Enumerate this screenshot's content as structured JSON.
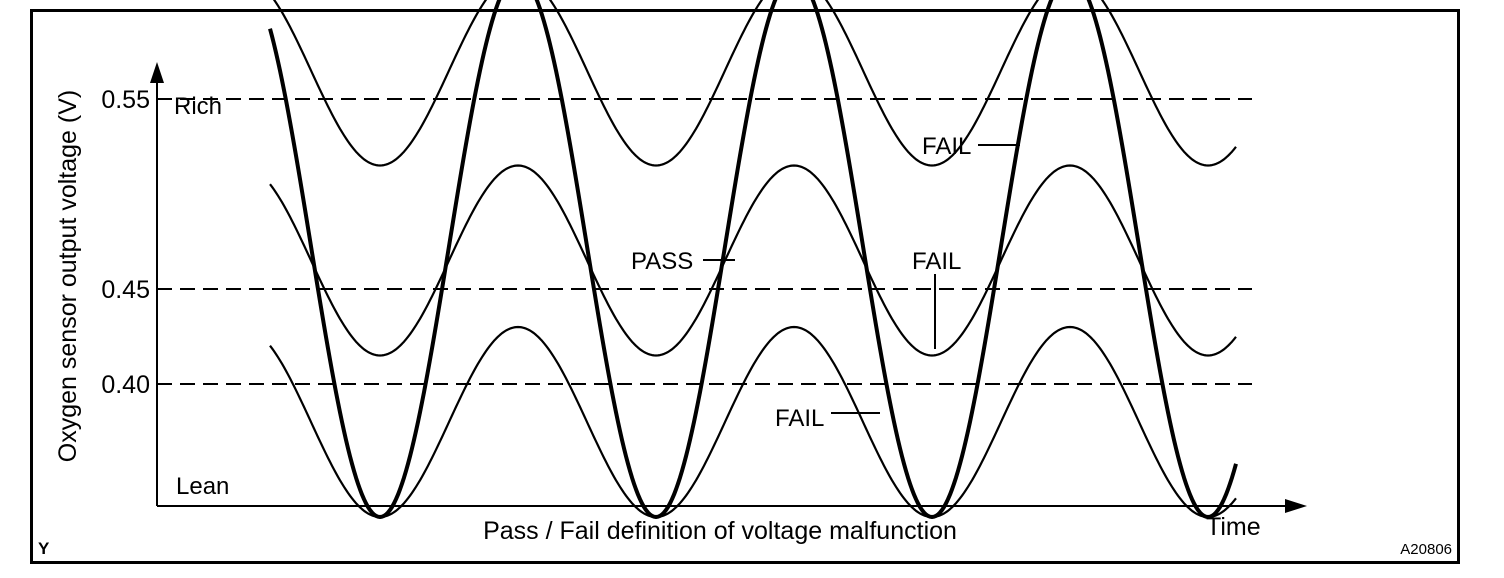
{
  "chart_data": {
    "type": "line",
    "title": "Pass / Fail definition of voltage malfunction",
    "ylabel": "Oxygen sensor output voltage (V)",
    "xlabel": "Time",
    "y_top_label": "Rich",
    "y_bottom_label": "Lean",
    "y_ticks": [
      {
        "value": 0.55,
        "label": "0.55"
      },
      {
        "value": 0.45,
        "label": "0.45"
      },
      {
        "value": 0.4,
        "label": "0.40"
      }
    ],
    "reference_lines": [
      0.55,
      0.45,
      0.4
    ],
    "grid": false,
    "cycles": 3.5,
    "series": [
      {
        "name": "PASS",
        "v_min": 0.33,
        "v_max": 0.615,
        "stroke": "bold"
      },
      {
        "name": "FAIL",
        "v_min": 0.515,
        "v_max": 0.615,
        "stroke": "thin"
      },
      {
        "name": "FAIL",
        "v_min": 0.415,
        "v_max": 0.515,
        "stroke": "thin"
      },
      {
        "name": "FAIL",
        "v_min": 0.33,
        "v_max": 0.43,
        "stroke": "thin"
      }
    ],
    "figure_code": "A20806",
    "corner_mark": "Y"
  }
}
